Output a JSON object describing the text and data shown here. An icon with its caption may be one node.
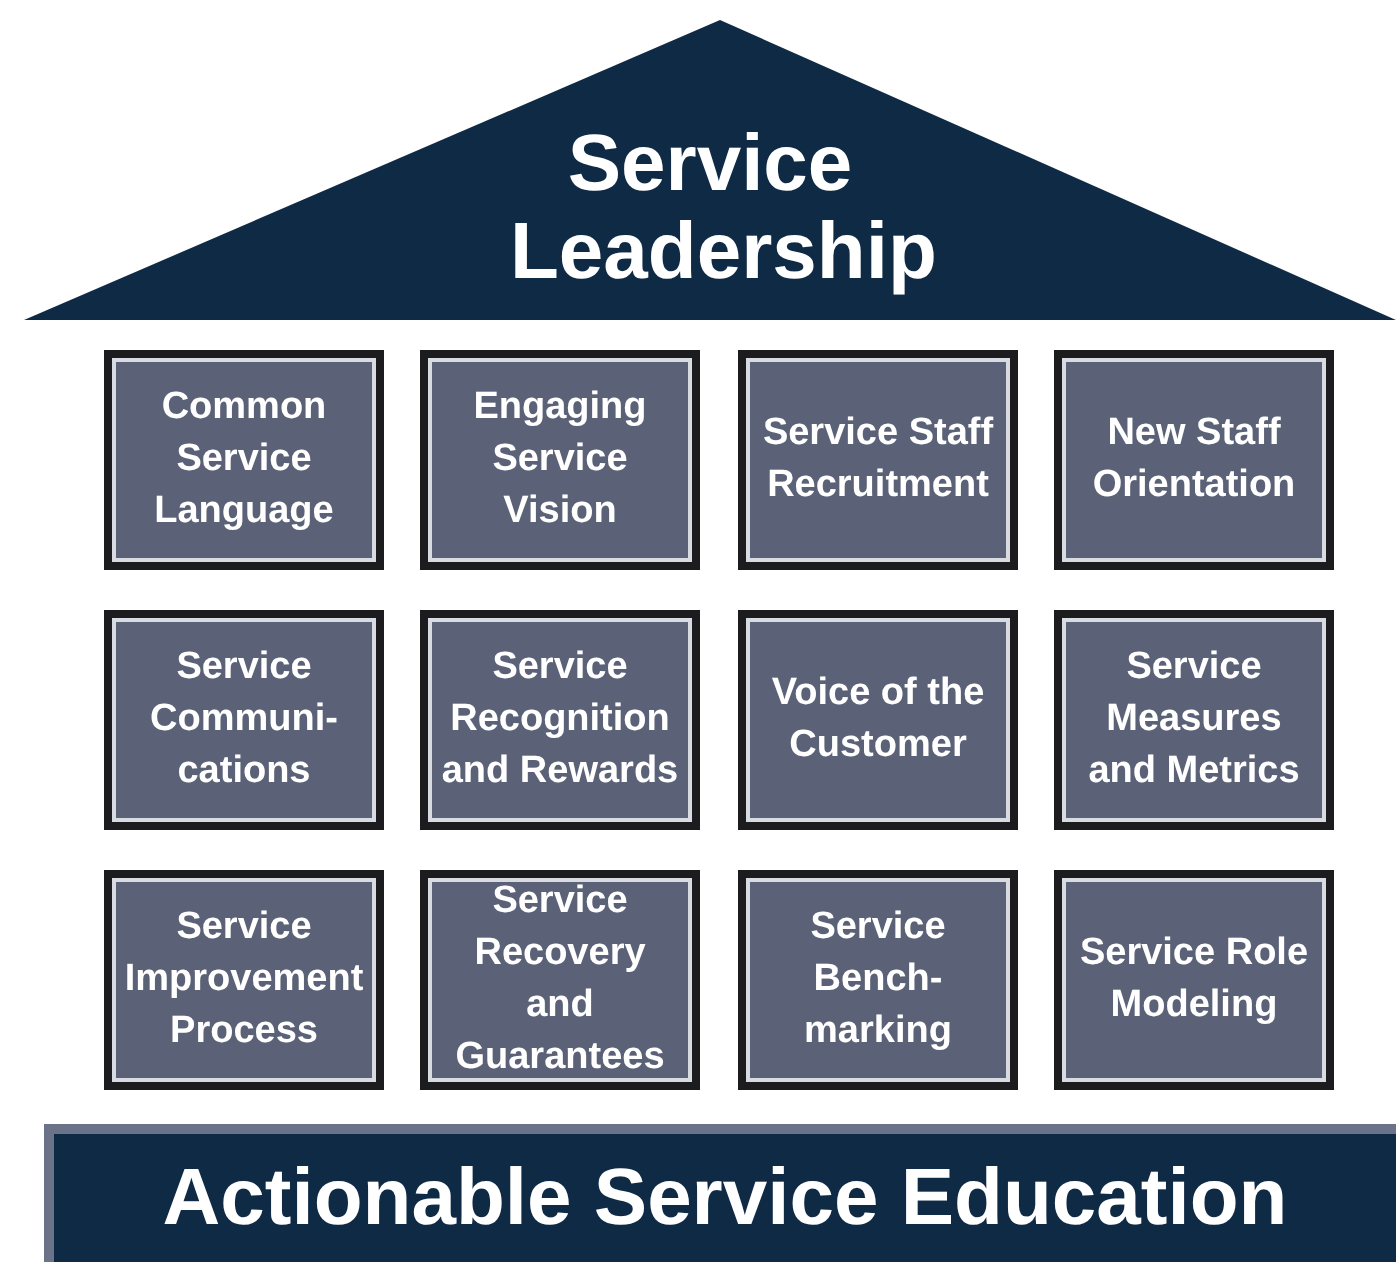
{
  "diagram": {
    "nodes": [
      {
        "text": [
          "Service Leadership"
        ]
      },
      {
        "text": [
          "Common Service Language"
        ]
      },
      {
        "text": [
          "Engaging Service Vision"
        ]
      },
      {
        "text": [
          "Service Staff Recruitment"
        ]
      },
      {
        "text": [
          "New Staff Orientation"
        ]
      },
      {
        "text": [
          "Service Communi- cations"
        ]
      },
      {
        "text": [
          "Service Recognition and Rewards"
        ]
      },
      {
        "text": [
          "Voice of the Customer"
        ]
      },
      {
        "text": [
          "Service Measures and Metrics"
        ]
      },
      {
        "text": [
          "Service Improvement Process"
        ]
      },
      {
        "text": [
          "Service Recovery and Guarantees"
        ]
      },
      {
        "text": [
          "Service Bench- marking"
        ]
      },
      {
        "text": [
          "Service Role Modeling"
        ]
      },
      {
        "text": [
          "Actionable Service Education"
        ]
      }
    ]
  }
}
